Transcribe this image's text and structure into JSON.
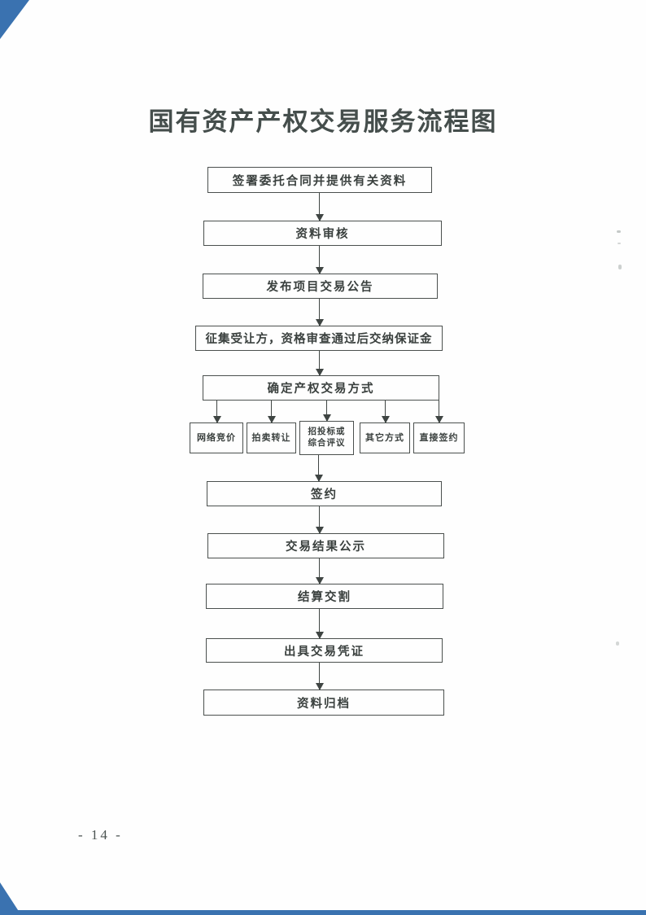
{
  "document": {
    "title": "国有资产产权交易服务流程图",
    "page_number": "- 14 -"
  },
  "flowchart": {
    "main": [
      "签署委托合同并提供有关资料",
      "资料审核",
      "发布项目交易公告",
      "征集受让方，资格审查通过后交纳保证金",
      "确定产权交易方式",
      "签约",
      "交易结果公示",
      "结算交割",
      "出具交易凭证",
      "资料归档"
    ],
    "branches": [
      "网络竞价",
      "拍卖转让",
      "招投标或综合评议",
      "其它方式",
      "直接签约"
    ]
  },
  "colors": {
    "accent_blue": "#3a72b0",
    "ink": "#3c4240"
  }
}
